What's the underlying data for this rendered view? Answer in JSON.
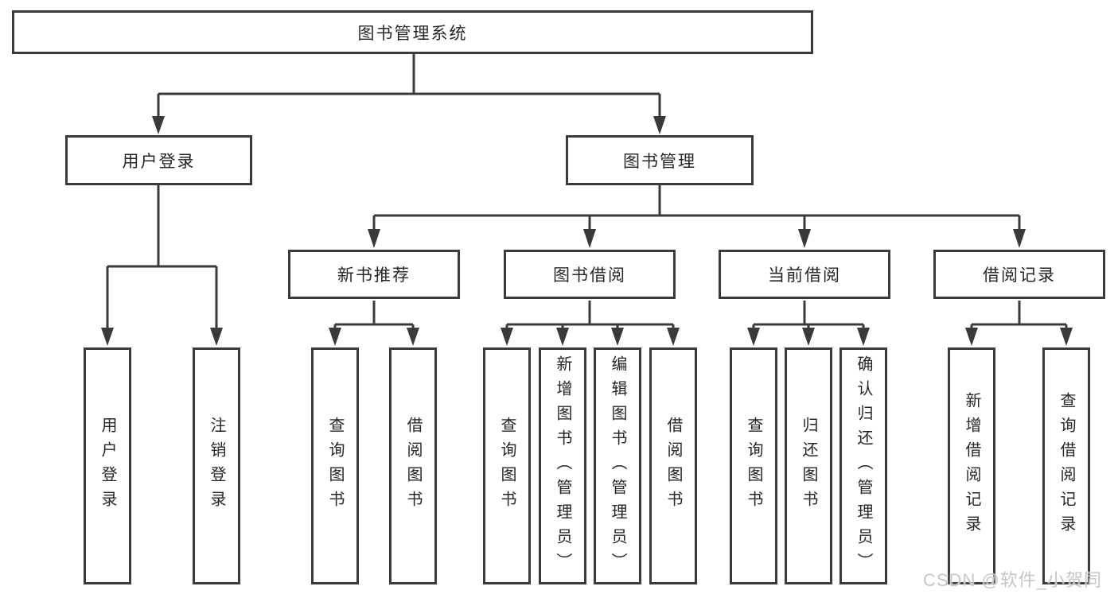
{
  "watermark": "CSDN @软件_小贺同学",
  "colors": {
    "line": "#3a3a3a",
    "border": "#3a3a3a",
    "text": "#262626",
    "background": "#ffffff",
    "watermark": "#c6c6c6"
  },
  "tree": {
    "root": {
      "label": "图书管理系统"
    },
    "level2": [
      {
        "id": "user-login",
        "label": "用户登录"
      },
      {
        "id": "book-management",
        "label": "图书管理"
      }
    ],
    "level3": [
      {
        "id": "new-book-recommend",
        "label": "新书推荐",
        "parent": "图书管理"
      },
      {
        "id": "book-borrow",
        "label": "图书借阅",
        "parent": "图书管理"
      },
      {
        "id": "current-borrow",
        "label": "当前借阅",
        "parent": "图书管理"
      },
      {
        "id": "borrow-records",
        "label": "借阅记录",
        "parent": "图书管理"
      }
    ],
    "leaves": [
      {
        "group": "用户登录",
        "label": "用户登录"
      },
      {
        "group": "用户登录",
        "label": "注销登录"
      },
      {
        "group": "新书推荐",
        "label": "查询图书"
      },
      {
        "group": "新书推荐",
        "label": "借阅图书"
      },
      {
        "group": "图书借阅",
        "label": "查询图书"
      },
      {
        "group": "图书借阅",
        "label": "新增图书（管理员）"
      },
      {
        "group": "图书借阅",
        "label": "编辑图书（管理员）"
      },
      {
        "group": "图书借阅",
        "label": "借阅图书"
      },
      {
        "group": "当前借阅",
        "label": "查询图书"
      },
      {
        "group": "当前借阅",
        "label": "归还图书"
      },
      {
        "group": "当前借阅",
        "label": "确认归还（管理员）"
      },
      {
        "group": "借阅记录",
        "label": "新增借阅记录"
      },
      {
        "group": "借阅记录",
        "label": "查询借阅记录"
      }
    ]
  }
}
